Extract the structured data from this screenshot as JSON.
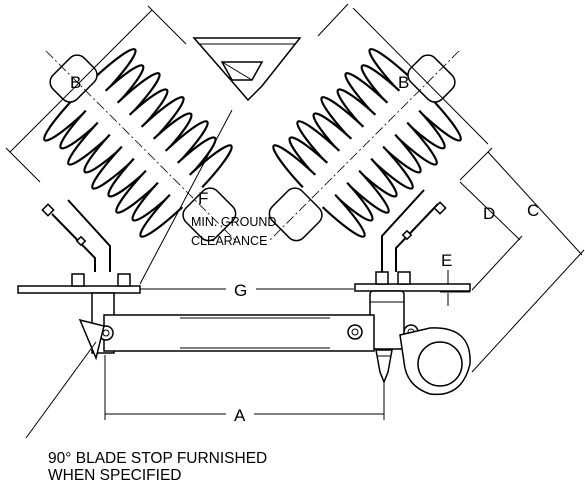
{
  "labels": {
    "A": "A",
    "B_left": "B",
    "B_right": "B",
    "C": "C",
    "D": "D",
    "E": "E",
    "F": "F",
    "G": "G"
  },
  "notes": {
    "clearance_line1": "MIN. GROUND",
    "clearance_line2": "CLEARANCE",
    "blade_stop_line1": "90° BLADE STOP FURNISHED",
    "blade_stop_line2": "WHEN SPECIFIED"
  }
}
